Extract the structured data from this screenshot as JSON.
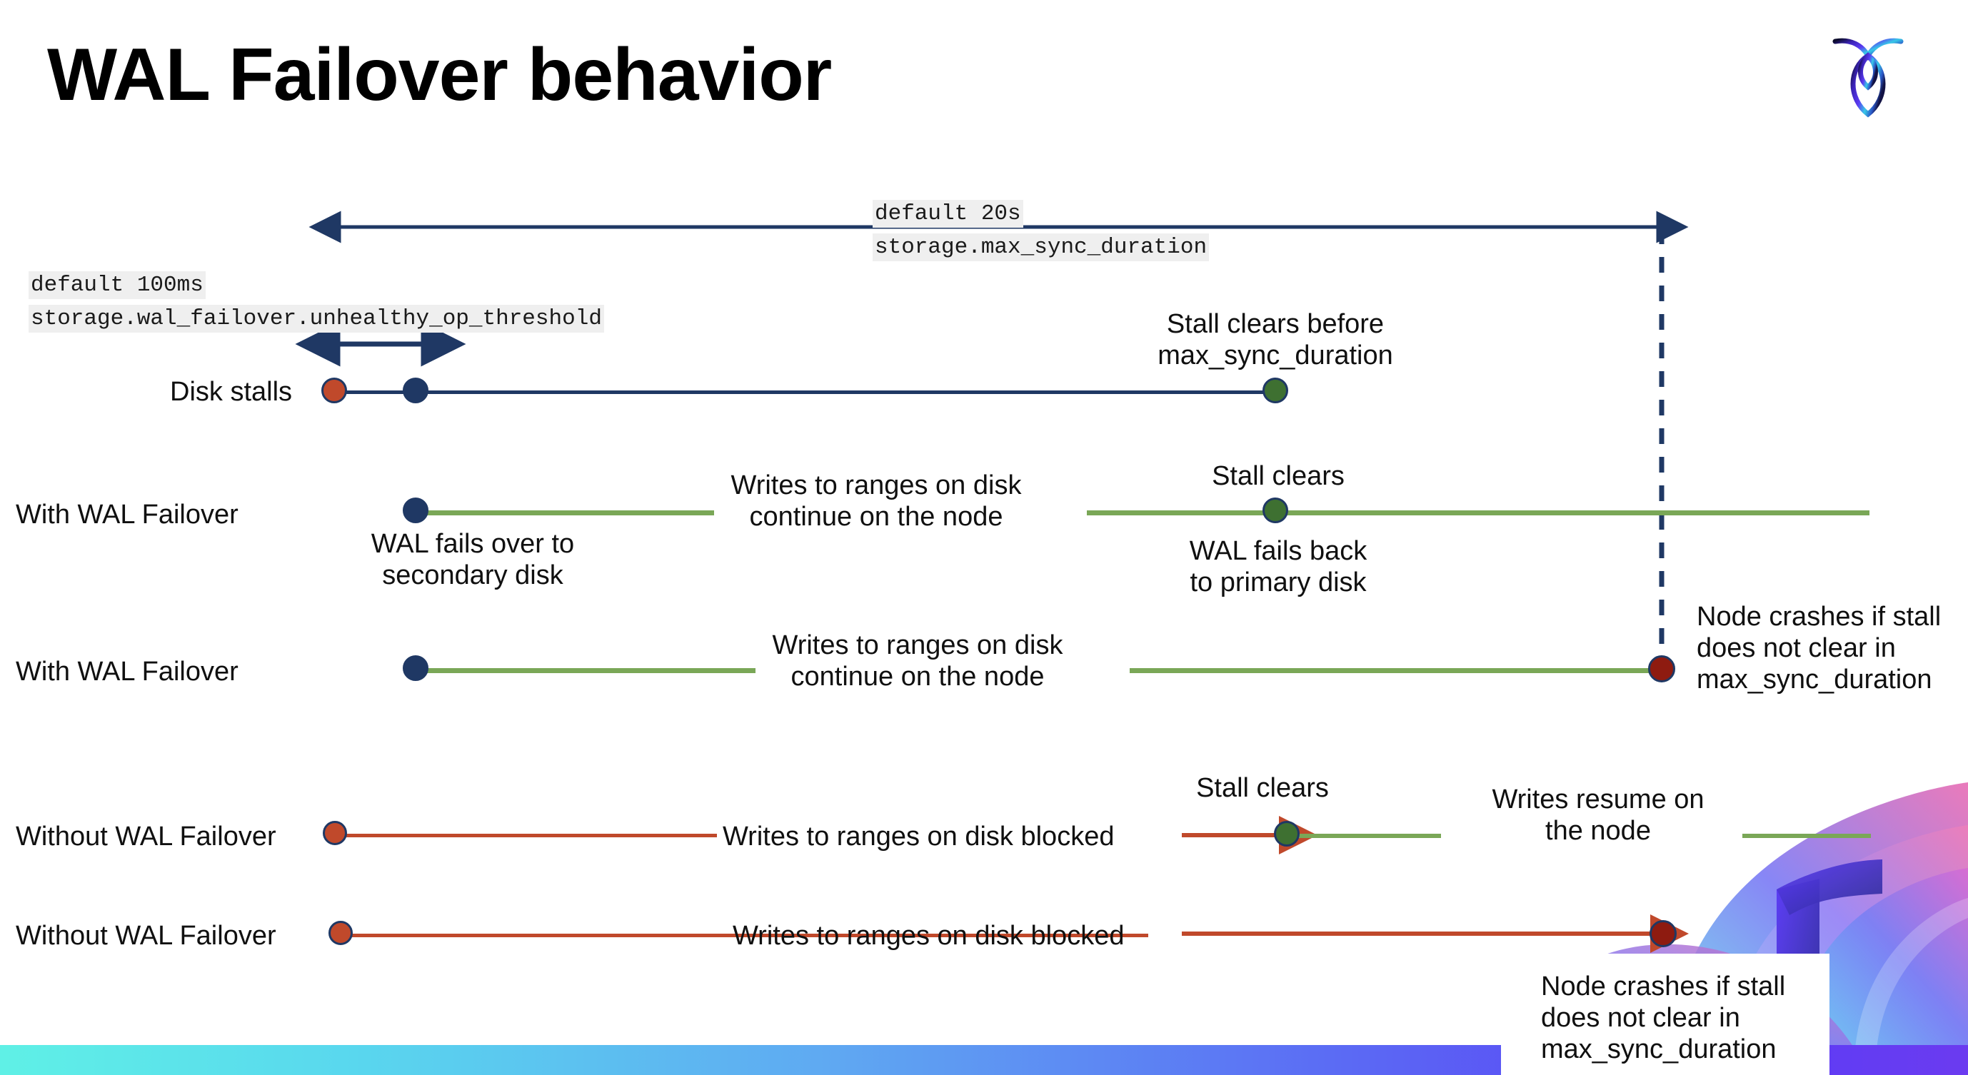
{
  "slide": {
    "title": "WAL Failover behavior",
    "logo_name": "cockroachdb-logo"
  },
  "annotations": {
    "max_sync": {
      "default": "default 20s",
      "setting": "storage.max_sync_duration"
    },
    "unhealthy_threshold": {
      "default": "default 100ms",
      "setting": "storage.wal_failover.unhealthy_op_threshold"
    }
  },
  "rows": [
    {
      "id": "disk-stalls",
      "label": "Disk stalls",
      "notes": [
        "Stall clears before\nmax_sync_duration"
      ]
    },
    {
      "id": "with-wal-failover-1",
      "label": "With WAL Failover",
      "notes": [
        "WAL fails over to\nsecondary disk",
        "Writes to ranges on disk\ncontinue on the node",
        "Stall clears",
        "WAL fails  back\nto primary disk"
      ]
    },
    {
      "id": "with-wal-failover-2",
      "label": "With WAL Failover",
      "notes": [
        "Writes to ranges on disk\ncontinue on the node",
        "Node crashes if stall\ndoes not clear in\nmax_sync_duration"
      ]
    },
    {
      "id": "without-wal-failover-1",
      "label": "Without WAL Failover",
      "notes": [
        "Writes to ranges on disk  blocked",
        "Stall clears",
        "Writes resume on\nthe node"
      ]
    },
    {
      "id": "without-wal-failover-2",
      "label": "Without WAL Failover",
      "notes": [
        "Writes to ranges on disk  blocked",
        "Node crashes if stall\ndoes not clear in\nmax_sync_duration"
      ]
    }
  ],
  "colors": {
    "navy": "#1f3864",
    "green_line": "#7aa757",
    "green_dot": "#3e7031",
    "red_line": "#c0492b",
    "red_dot": "#c0492b",
    "dark_red_dot": "#8e1b10",
    "code_bg": "#efefef"
  }
}
